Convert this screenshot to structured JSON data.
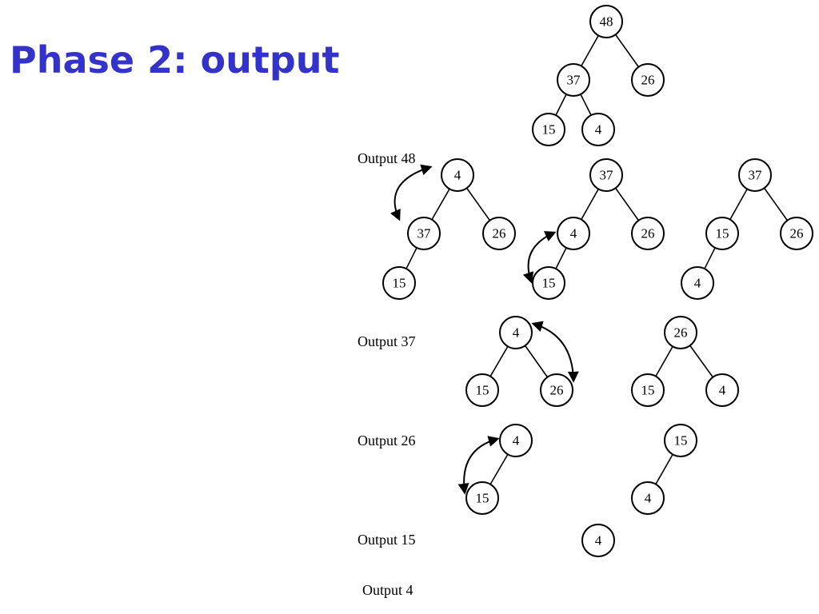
{
  "title": "Phase 2: output",
  "labels": {
    "output_48": "Output 48",
    "output_37": "Output 37",
    "output_26": "Output 26",
    "output_15": "Output 15",
    "output_4": "Output 4"
  },
  "nodes": {
    "s0_root": "48",
    "s0_left": "37",
    "s0_right": "26",
    "s0_ll": "15",
    "s0_lr": "4",
    "s1a_root": "4",
    "s1a_left": "37",
    "s1a_right": "26",
    "s1a_ll": "15",
    "s1b_root": "37",
    "s1b_left": "4",
    "s1b_right": "26",
    "s1b_ll": "15",
    "s1c_root": "37",
    "s1c_left": "15",
    "s1c_right": "26",
    "s1c_ll": "4",
    "s2a_root": "4",
    "s2a_left": "15",
    "s2a_right": "26",
    "s2b_root": "26",
    "s2b_left": "15",
    "s2b_right": "4",
    "s3a_root": "4",
    "s3a_left": "15",
    "s3b_root": "15",
    "s3b_left": "4",
    "s4_root": "4"
  }
}
